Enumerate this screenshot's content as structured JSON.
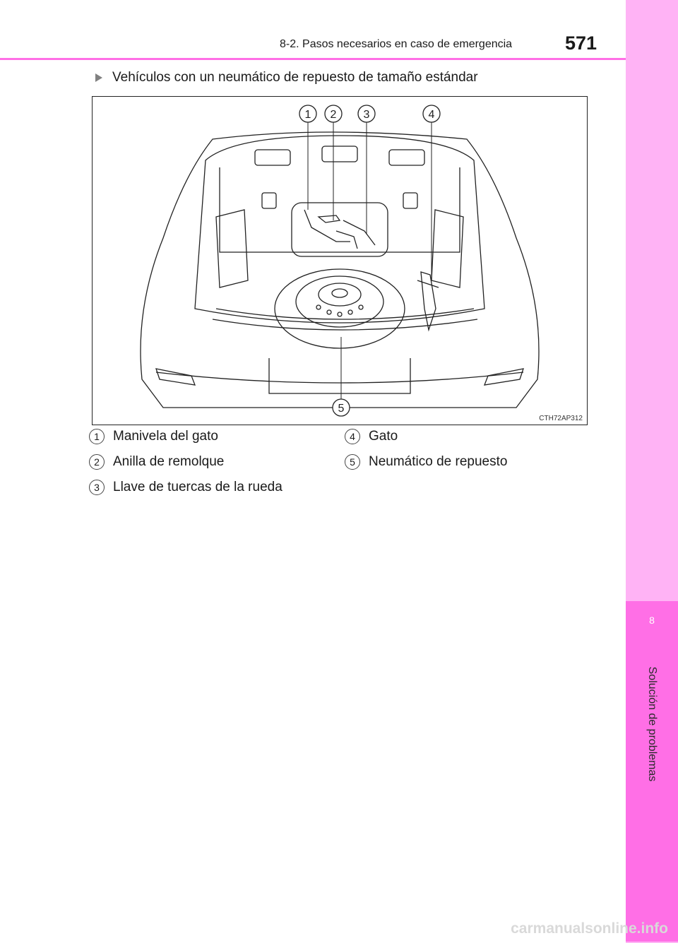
{
  "header": {
    "section": "8-2. Pasos necesarios en caso de emergencia",
    "page_number": "571"
  },
  "side_tab": {
    "chapter_number": "8",
    "chapter_title": "Solución de problemas"
  },
  "bullet": {
    "text": "Vehículos con un neumático de repuesto de tamaño estándar"
  },
  "figure": {
    "code": "CTH72AP312",
    "callouts": [
      "1",
      "2",
      "3",
      "4",
      "5"
    ]
  },
  "legend": [
    {
      "number": "1",
      "label": "Manivela del gato"
    },
    {
      "number": "2",
      "label": "Anilla de remolque"
    },
    {
      "number": "3",
      "label": "Llave de tuercas de la rueda"
    },
    {
      "number": "4",
      "label": "Gato"
    },
    {
      "number": "5",
      "label": "Neumático de repuesto"
    }
  ],
  "watermark": "carmanualsonline.info",
  "colors": {
    "side_tab": "#ffb3f5",
    "side_tab_active": "#ff6fe6",
    "header_rule": "#ff6fe6"
  }
}
